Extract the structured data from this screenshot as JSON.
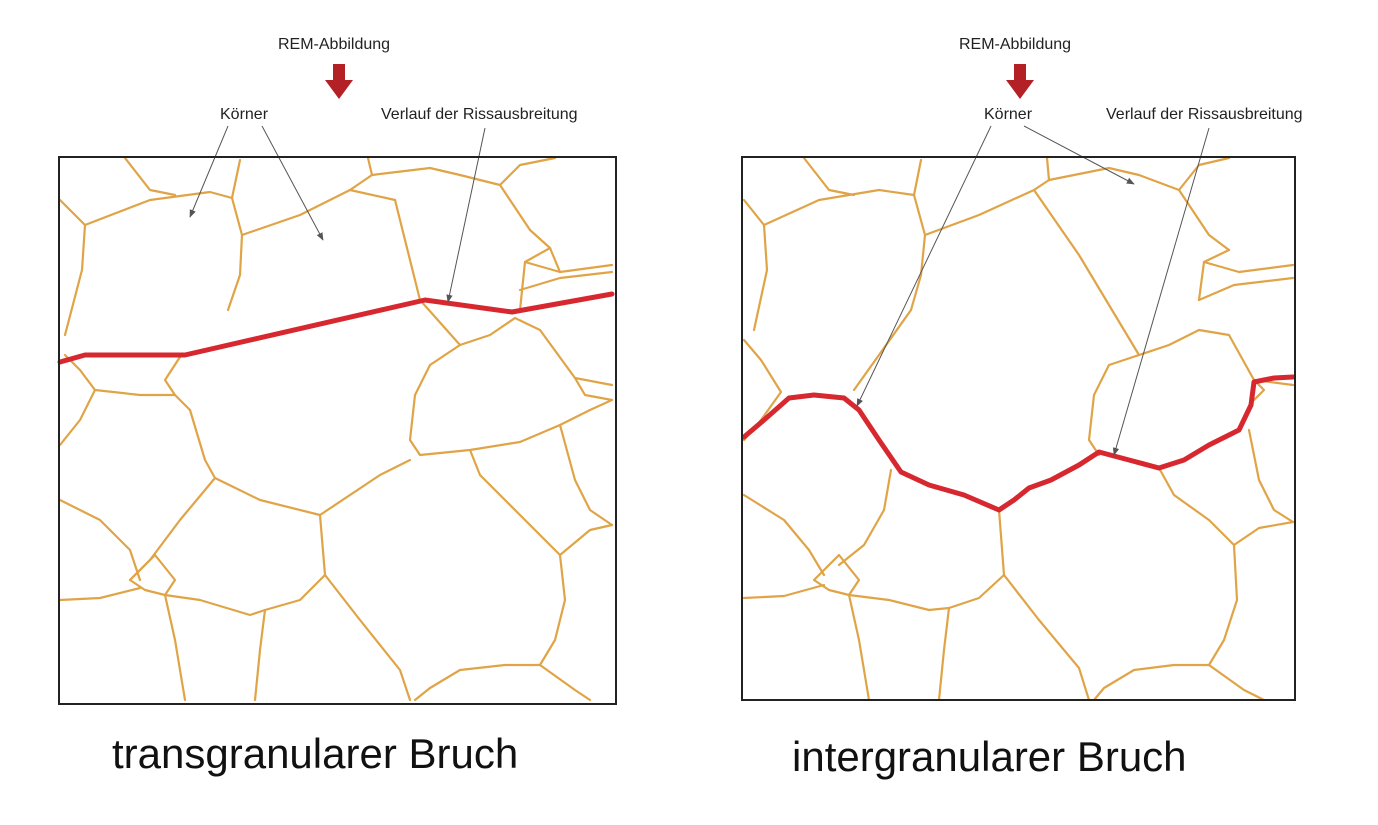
{
  "left_panel": {
    "rem_label": "REM-Abbildung",
    "grains_label": "Körner",
    "crack_path_label": "Verlauf der Rissausbreitung",
    "caption": "transgranularer Bruch"
  },
  "right_panel": {
    "rem_label": "REM-Abbildung",
    "grains_label": "Körner",
    "crack_path_label": "Verlauf der Rissausbreitung",
    "caption": "intergranularer Bruch"
  },
  "colors": {
    "grain_boundary": "#e0a447",
    "crack": "#d7282f",
    "rem_arrow": "#b32025",
    "frame": "#222222"
  }
}
